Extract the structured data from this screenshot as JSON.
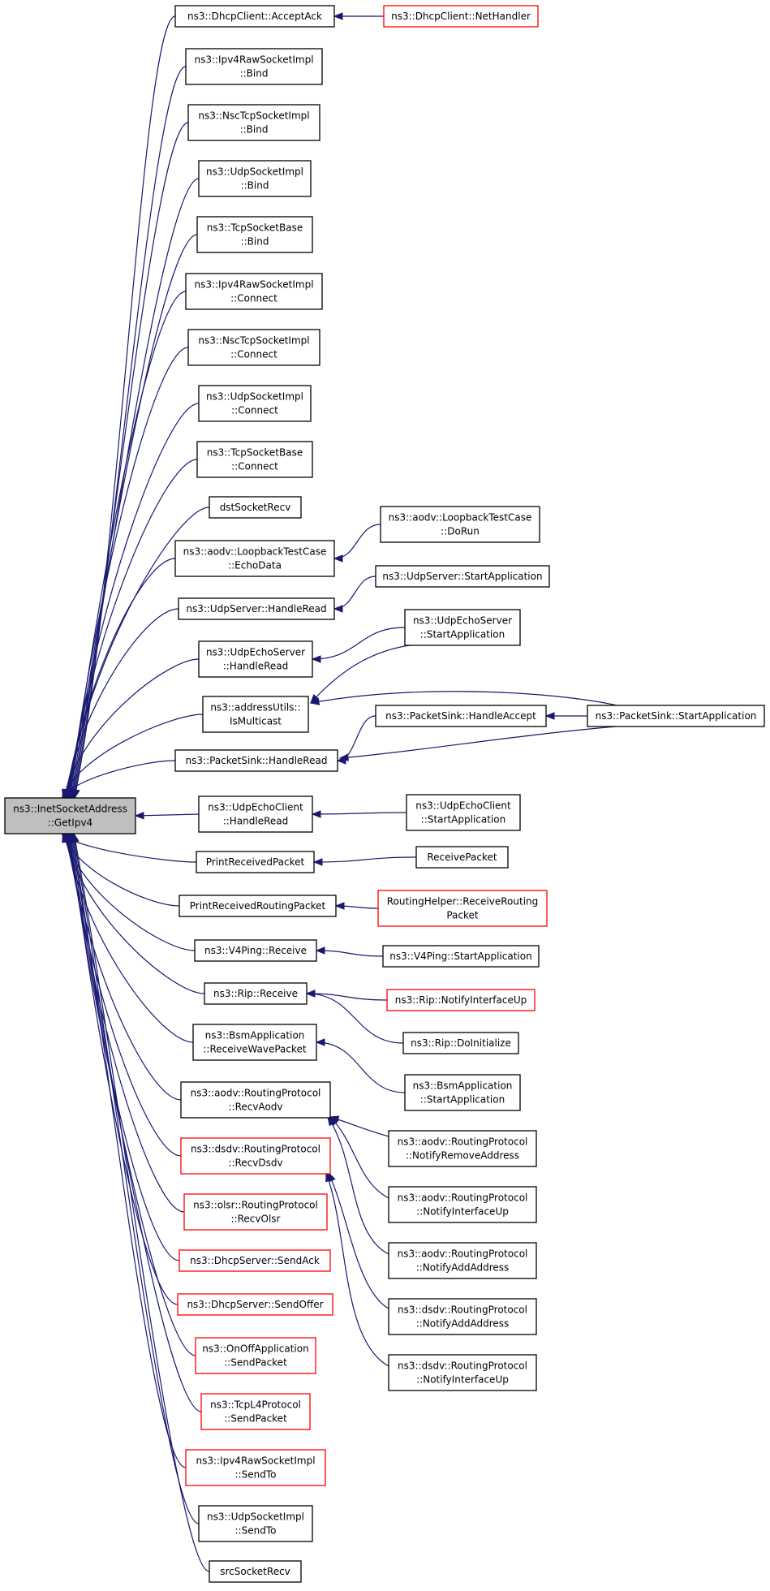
{
  "colors": {
    "edge": "#191970",
    "node_border": "#000000",
    "node_border_incomplete": "#ff0000",
    "root_fill": "#bfbfbf"
  },
  "nodes": {
    "root": {
      "lines": [
        "ns3::InetSocketAddress",
        "::GetIpv4"
      ],
      "style": "root"
    },
    "dhcpclient_acceptack": {
      "lines": [
        "ns3::DhcpClient::AcceptAck"
      ],
      "style": "normal"
    },
    "dhcpclient_nethandler": {
      "lines": [
        "ns3::DhcpClient::NetHandler"
      ],
      "style": "red"
    },
    "ipv4raw_bind": {
      "lines": [
        "ns3::Ipv4RawSocketImpl",
        "::Bind"
      ],
      "style": "normal"
    },
    "nsctcp_bind": {
      "lines": [
        "ns3::NscTcpSocketImpl",
        "::Bind"
      ],
      "style": "normal"
    },
    "udpsock_bind": {
      "lines": [
        "ns3::UdpSocketImpl",
        "::Bind"
      ],
      "style": "normal"
    },
    "tcpbase_bind": {
      "lines": [
        "ns3::TcpSocketBase",
        "::Bind"
      ],
      "style": "normal"
    },
    "ipv4raw_connect": {
      "lines": [
        "ns3::Ipv4RawSocketImpl",
        "::Connect"
      ],
      "style": "normal"
    },
    "nsctcp_connect": {
      "lines": [
        "ns3::NscTcpSocketImpl",
        "::Connect"
      ],
      "style": "normal"
    },
    "udpsock_connect": {
      "lines": [
        "ns3::UdpSocketImpl",
        "::Connect"
      ],
      "style": "normal"
    },
    "tcpbase_connect": {
      "lines": [
        "ns3::TcpSocketBase",
        "::Connect"
      ],
      "style": "normal"
    },
    "dstsocketrecv": {
      "lines": [
        "dstSocketRecv"
      ],
      "style": "normal"
    },
    "aodv_loopback_echodata": {
      "lines": [
        "ns3::aodv::LoopbackTestCase",
        "::EchoData"
      ],
      "style": "normal"
    },
    "aodv_loopback_dorun": {
      "lines": [
        "ns3::aodv::LoopbackTestCase",
        "::DoRun"
      ],
      "style": "normal"
    },
    "udpserver_handleread": {
      "lines": [
        "ns3::UdpServer::HandleRead"
      ],
      "style": "normal"
    },
    "udpserver_startapp": {
      "lines": [
        "ns3::UdpServer::StartApplication"
      ],
      "style": "normal"
    },
    "udpechoserver_handleread": {
      "lines": [
        "ns3::UdpEchoServer",
        "::HandleRead"
      ],
      "style": "normal"
    },
    "udpechoserver_startapp": {
      "lines": [
        "ns3::UdpEchoServer",
        "::StartApplication"
      ],
      "style": "normal"
    },
    "addressutils_ismulticast": {
      "lines": [
        "ns3::addressUtils::",
        "IsMulticast"
      ],
      "style": "normal"
    },
    "packetsink_handleaccept": {
      "lines": [
        "ns3::PacketSink::HandleAccept"
      ],
      "style": "normal"
    },
    "packetsink_startapp": {
      "lines": [
        "ns3::PacketSink::StartApplication"
      ],
      "style": "normal"
    },
    "packetsink_handleread": {
      "lines": [
        "ns3::PacketSink::HandleRead"
      ],
      "style": "normal"
    },
    "udpechoclient_handleread": {
      "lines": [
        "ns3::UdpEchoClient",
        "::HandleRead"
      ],
      "style": "normal"
    },
    "udpechoclient_startapp": {
      "lines": [
        "ns3::UdpEchoClient",
        "::StartApplication"
      ],
      "style": "normal"
    },
    "printreceivedpacket": {
      "lines": [
        "PrintReceivedPacket"
      ],
      "style": "normal"
    },
    "receivepacket": {
      "lines": [
        "ReceivePacket"
      ],
      "style": "normal"
    },
    "printreceivedroutingpacket": {
      "lines": [
        "PrintReceivedRoutingPacket"
      ],
      "style": "normal"
    },
    "routinghelper_receiverouting": {
      "lines": [
        "RoutingHelper::ReceiveRouting",
        "Packet"
      ],
      "style": "red"
    },
    "v4ping_receive": {
      "lines": [
        "ns3::V4Ping::Receive"
      ],
      "style": "normal"
    },
    "v4ping_startapp": {
      "lines": [
        "ns3::V4Ping::StartApplication"
      ],
      "style": "normal"
    },
    "rip_receive": {
      "lines": [
        "ns3::Rip::Receive"
      ],
      "style": "normal"
    },
    "rip_notifyinterfaceup": {
      "lines": [
        "ns3::Rip::NotifyInterfaceUp"
      ],
      "style": "red"
    },
    "rip_doinitialize": {
      "lines": [
        "ns3::Rip::DoInitialize"
      ],
      "style": "normal"
    },
    "bsm_receivewavepacket": {
      "lines": [
        "ns3::BsmApplication",
        "::ReceiveWavePacket"
      ],
      "style": "normal"
    },
    "bsm_startapp": {
      "lines": [
        "ns3::BsmApplication",
        "::StartApplication"
      ],
      "style": "normal"
    },
    "aodv_rp_recvaodv": {
      "lines": [
        "ns3::aodv::RoutingProtocol",
        "::RecvAodv"
      ],
      "style": "normal"
    },
    "dsdv_rp_recvdsdv": {
      "lines": [
        "ns3::dsdv::RoutingProtocol",
        "::RecvDsdv"
      ],
      "style": "red"
    },
    "aodv_rp_notifyremoveaddress": {
      "lines": [
        "ns3::aodv::RoutingProtocol",
        "::NotifyRemoveAddress"
      ],
      "style": "normal"
    },
    "aodv_rp_notifyinterfaceup": {
      "lines": [
        "ns3::aodv::RoutingProtocol",
        "::NotifyInterfaceUp"
      ],
      "style": "normal"
    },
    "olsr_rp_recvolsr": {
      "lines": [
        "ns3::olsr::RoutingProtocol",
        "::RecvOlsr"
      ],
      "style": "red"
    },
    "aodv_rp_notifyaddaddress": {
      "lines": [
        "ns3::aodv::RoutingProtocol",
        "::NotifyAddAddress"
      ],
      "style": "normal"
    },
    "dhcpserver_sendack": {
      "lines": [
        "ns3::DhcpServer::SendAck"
      ],
      "style": "red"
    },
    "dsdv_rp_notifyaddaddress": {
      "lines": [
        "ns3::dsdv::RoutingProtocol",
        "::NotifyAddAddress"
      ],
      "style": "normal"
    },
    "dhcpserver_sendoffer": {
      "lines": [
        "ns3::DhcpServer::SendOffer"
      ],
      "style": "red"
    },
    "dsdv_rp_notifyinterfaceup": {
      "lines": [
        "ns3::dsdv::RoutingProtocol",
        "::NotifyInterfaceUp"
      ],
      "style": "normal"
    },
    "onoff_sendpacket": {
      "lines": [
        "ns3::OnOffApplication",
        "::SendPacket"
      ],
      "style": "red"
    },
    "tcpl4_sendpacket": {
      "lines": [
        "ns3::TcpL4Protocol",
        "::SendPacket"
      ],
      "style": "red"
    },
    "ipv4raw_sendto": {
      "lines": [
        "ns3::Ipv4RawSocketImpl",
        "::SendTo"
      ],
      "style": "red"
    },
    "udpsock_sendto": {
      "lines": [
        "ns3::UdpSocketImpl",
        "::SendTo"
      ],
      "style": "normal"
    },
    "srcsocketrecv": {
      "lines": [
        "srcSocketRecv"
      ],
      "style": "normal"
    }
  },
  "edges": [
    [
      "dhcpclient_acceptack",
      "root"
    ],
    [
      "ipv4raw_bind",
      "root"
    ],
    [
      "nsctcp_bind",
      "root"
    ],
    [
      "udpsock_bind",
      "root"
    ],
    [
      "tcpbase_bind",
      "root"
    ],
    [
      "ipv4raw_connect",
      "root"
    ],
    [
      "nsctcp_connect",
      "root"
    ],
    [
      "udpsock_connect",
      "root"
    ],
    [
      "tcpbase_connect",
      "root"
    ],
    [
      "dstsocketrecv",
      "root"
    ],
    [
      "aodv_loopback_echodata",
      "root"
    ],
    [
      "udpserver_handleread",
      "root"
    ],
    [
      "udpechoserver_handleread",
      "root"
    ],
    [
      "addressutils_ismulticast",
      "root"
    ],
    [
      "packetsink_handleread",
      "root"
    ],
    [
      "udpechoclient_handleread",
      "root"
    ],
    [
      "printreceivedpacket",
      "root"
    ],
    [
      "printreceivedroutingpacket",
      "root"
    ],
    [
      "v4ping_receive",
      "root"
    ],
    [
      "rip_receive",
      "root"
    ],
    [
      "bsm_receivewavepacket",
      "root"
    ],
    [
      "aodv_rp_recvaodv",
      "root"
    ],
    [
      "dsdv_rp_recvdsdv",
      "root"
    ],
    [
      "olsr_rp_recvolsr",
      "root"
    ],
    [
      "dhcpserver_sendack",
      "root"
    ],
    [
      "dhcpserver_sendoffer",
      "root"
    ],
    [
      "onoff_sendpacket",
      "root"
    ],
    [
      "tcpl4_sendpacket",
      "root"
    ],
    [
      "ipv4raw_sendto",
      "root"
    ],
    [
      "udpsock_sendto",
      "root"
    ],
    [
      "srcsocketrecv",
      "root"
    ],
    [
      "dhcpclient_nethandler",
      "dhcpclient_acceptack"
    ],
    [
      "aodv_loopback_dorun",
      "aodv_loopback_echodata"
    ],
    [
      "udpserver_startapp",
      "udpserver_handleread"
    ],
    [
      "udpechoserver_startapp",
      "udpechoserver_handleread"
    ],
    [
      "udpechoserver_startapp",
      "addressutils_ismulticast"
    ],
    [
      "packetsink_startapp",
      "addressutils_ismulticast"
    ],
    [
      "packetsink_startapp",
      "packetsink_handleaccept"
    ],
    [
      "packetsink_handleaccept",
      "packetsink_handleread"
    ],
    [
      "packetsink_startapp",
      "packetsink_handleread"
    ],
    [
      "udpechoclient_startapp",
      "udpechoclient_handleread"
    ],
    [
      "receivepacket",
      "printreceivedpacket"
    ],
    [
      "routinghelper_receiverouting",
      "printreceivedroutingpacket"
    ],
    [
      "v4ping_startapp",
      "v4ping_receive"
    ],
    [
      "rip_notifyinterfaceup",
      "rip_receive"
    ],
    [
      "rip_doinitialize",
      "rip_receive"
    ],
    [
      "bsm_startapp",
      "bsm_receivewavepacket"
    ],
    [
      "aodv_rp_notifyremoveaddress",
      "aodv_rp_recvaodv"
    ],
    [
      "aodv_rp_notifyinterfaceup",
      "aodv_rp_recvaodv"
    ],
    [
      "aodv_rp_notifyaddaddress",
      "aodv_rp_recvaodv"
    ],
    [
      "dsdv_rp_notifyaddaddress",
      "dsdv_rp_recvdsdv"
    ],
    [
      "dsdv_rp_notifyinterfaceup",
      "dsdv_rp_recvdsdv"
    ]
  ]
}
